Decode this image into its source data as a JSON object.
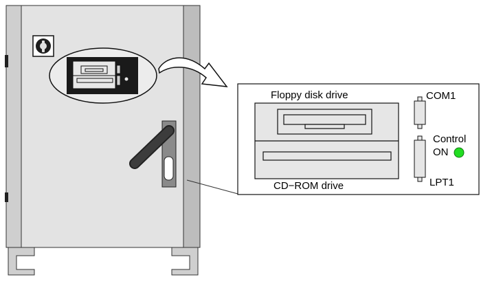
{
  "labels": {
    "floppy": "Floppy disk drive",
    "cdrom": "CD−ROM drive",
    "com1": "COM1",
    "control": "Control",
    "on": "ON",
    "lpt1": "LPT1"
  },
  "colors": {
    "cabinet": "#e3e3e3",
    "cabinet_edge": "#a9a9a9",
    "handle": "#303030",
    "led_on": "#22dd22",
    "panel_dark": "#1a1a1a"
  },
  "icons": [
    "key-switch-icon",
    "curved-arrow-icon",
    "led-indicator-icon"
  ]
}
